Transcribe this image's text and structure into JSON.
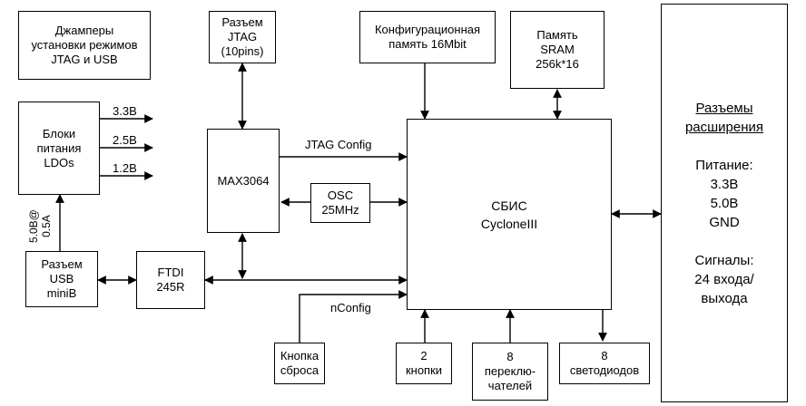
{
  "blocks": {
    "jumpers": [
      "Джамперы",
      "установки режимов",
      "JTAG и USB"
    ],
    "ldo": [
      "Блоки",
      "питания",
      "LDOs"
    ],
    "usb": [
      "Разъем",
      "USB",
      "miniB"
    ],
    "ftdi": [
      "FTDI",
      "245R"
    ],
    "max": [
      "MAX3064"
    ],
    "osc": [
      "OSC",
      "25MHz"
    ],
    "jtag_conn": [
      "Разъем",
      "JTAG",
      "(10pins)"
    ],
    "config_mem": [
      "Конфигурационная",
      "память 16Mbit"
    ],
    "sram": [
      "Память",
      "SRAM",
      "256k*16"
    ],
    "fpga": [
      "СБИС",
      "CycloneIII"
    ],
    "reset_btn": [
      "Кнопка",
      "сброса"
    ],
    "buttons": [
      "2",
      "кнопки"
    ],
    "switches": [
      "8",
      "переклю-",
      "чателей"
    ],
    "leds": [
      "8",
      "светодиодов"
    ],
    "expansion": [
      "Разъемы",
      "расширения",
      "",
      "Питание:",
      "3.3В",
      "5.0В",
      "GND",
      "",
      "Сигналы:",
      "24 входа/",
      "выхода"
    ]
  },
  "labels": {
    "v33": "3.3В",
    "v25": "2.5В",
    "v12": "1.2В",
    "usb_power": [
      "5.0В@",
      "0.5A"
    ],
    "jtag_config": "JTAG Config",
    "nconfig": "nConfig"
  }
}
